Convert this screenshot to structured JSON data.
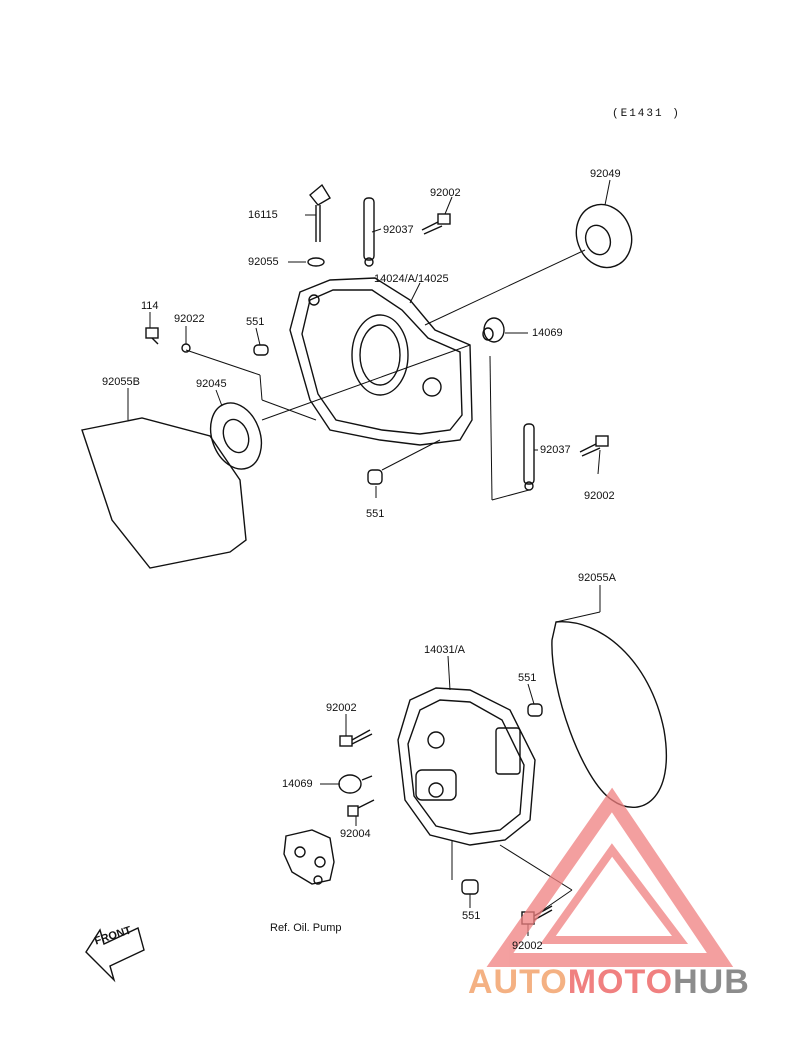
{
  "diagram": {
    "code": "(E1431 )",
    "front_label": "FRONT",
    "callouts": {
      "p16115": "16115",
      "p92002_top": "92002",
      "p92049": "92049",
      "p92037_top": "92037",
      "p92055": "92055",
      "p14024": "14024/A/14025",
      "p114": "114",
      "p92022": "92022",
      "p551_a": "551",
      "p14069_top": "14069",
      "p92055b": "92055B",
      "p92045": "92045",
      "p92037_right": "92037",
      "p92002_right": "92002",
      "p551_b": "551",
      "p92055a": "92055A",
      "p14031": "14031/A",
      "p551_c": "551",
      "p92002_mid": "92002",
      "p14069_low": "14069",
      "p92004": "92004",
      "ref_oil_pump": "Ref. Oil. Pump",
      "p551_d": "551",
      "p92002_bottom": "92002"
    }
  },
  "watermark": {
    "part1": "AUTO",
    "part2": "MOTO",
    "part3": "HUB",
    "colors": {
      "orange": "#f4b183",
      "red": "#f08080",
      "gray": "#8c8c8c"
    }
  }
}
